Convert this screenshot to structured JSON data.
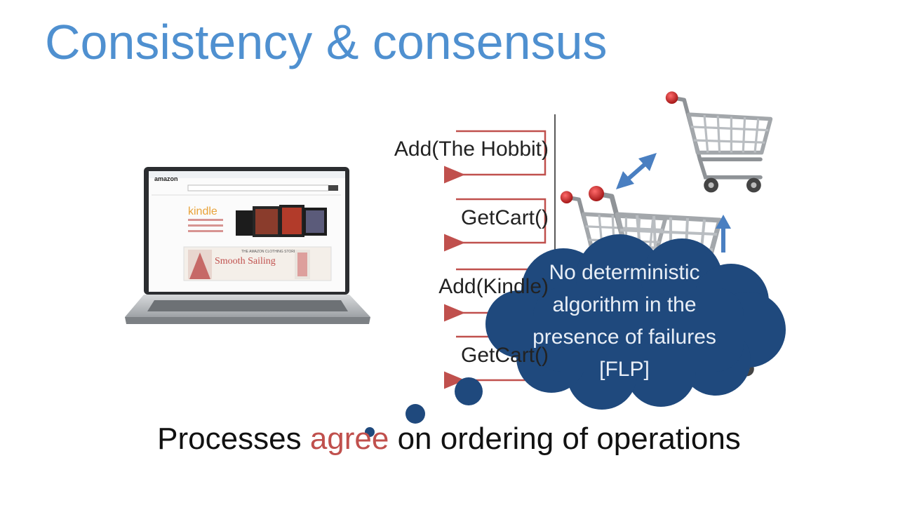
{
  "title": "Consistency & consensus",
  "operations": [
    "Add(The Hobbit)",
    "GetCart()",
    "Add(Kindle)",
    "GetCart()"
  ],
  "laptop_screen": {
    "brand": "amazon",
    "kindle": "kindle",
    "banner_header": "THE AMAZON CLOTHING STORE",
    "banner_title": "Smooth Sailing"
  },
  "thought_bubble": "No deterministic algorithm in the presence of failures [FLP]",
  "caption": {
    "before": "Processes ",
    "highlight": "agree",
    "after": " on ordering of operations"
  },
  "colors": {
    "title": "#4f90d0",
    "arrow": "#c0504d",
    "bubble": "#1f497d",
    "double_arrow": "#4a7fc1",
    "highlight": "#c0504d"
  },
  "icons": [
    "laptop-icon",
    "shopping-cart-icon",
    "double-arrow-icon"
  ]
}
